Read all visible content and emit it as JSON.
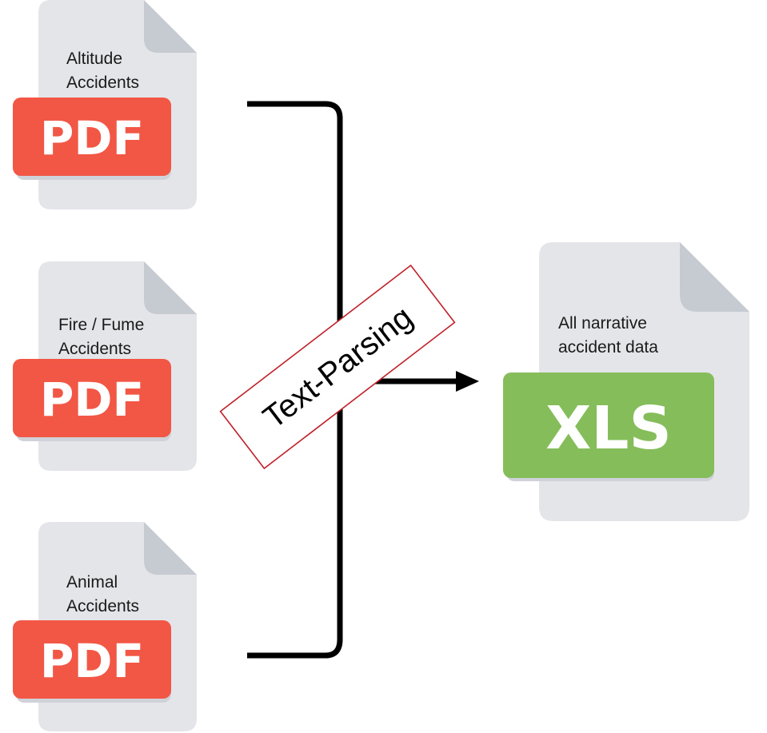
{
  "sources": [
    {
      "label_lines": [
        "Altitude",
        "Accidents"
      ],
      "badge": "PDF"
    },
    {
      "label_lines": [
        "Fire / Fume",
        "Accidents"
      ],
      "badge": "PDF"
    },
    {
      "label_lines": [
        "Animal",
        "Accidents"
      ],
      "badge": "PDF"
    }
  ],
  "process": {
    "label": "Text-Parsing"
  },
  "output": {
    "label_lines": [
      "All narrative",
      "accident data"
    ],
    "badge": "XLS"
  },
  "colors": {
    "doc_body": "#e3e5e8",
    "doc_fold": "#c6cad1",
    "pdf_badge": "#f25745",
    "pdf_badge_shadow": "#cfd2d8",
    "xls_badge": "#84bd5a",
    "stamp_border": "#c0202a",
    "connector": "#000000"
  },
  "icons": [
    "pdf-document-icon",
    "xls-document-icon",
    "arrow-right-icon"
  ]
}
